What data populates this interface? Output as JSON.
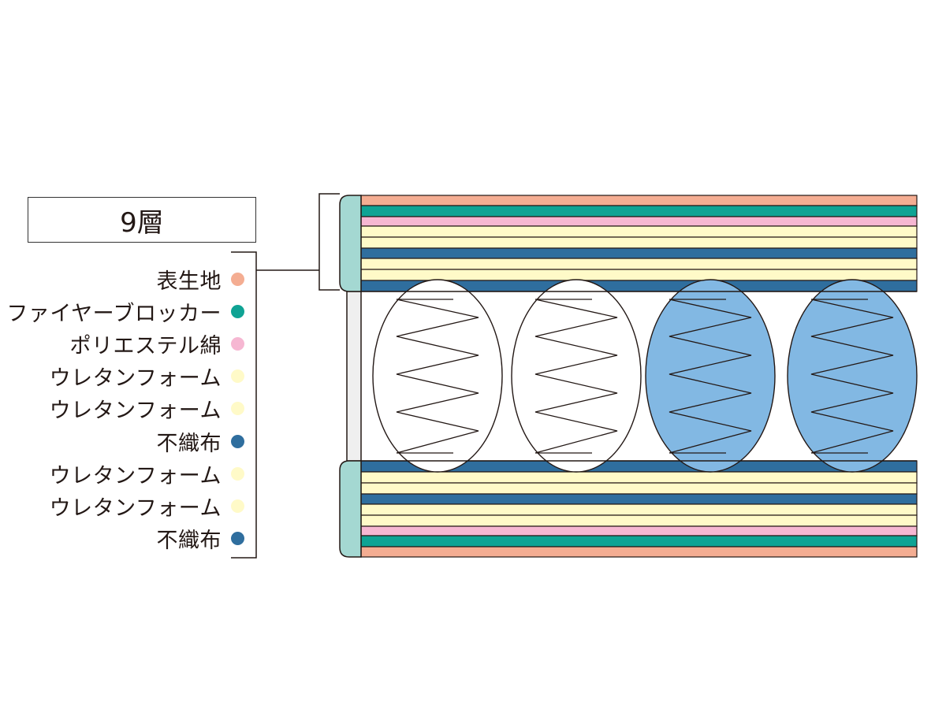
{
  "diagram": {
    "title": "9層",
    "layers": [
      {
        "label": "表生地",
        "color": "#F4AD92"
      },
      {
        "label": "ファイヤーブロッカー",
        "color": "#0FA394"
      },
      {
        "label": "ポリエステル綿",
        "color": "#F6B7D2"
      },
      {
        "label": "ウレタンフォーム",
        "color": "#FFFAC8"
      },
      {
        "label": "ウレタンフォーム",
        "color": "#FFFAC8"
      },
      {
        "label": "不織布",
        "color": "#2F6E9E"
      },
      {
        "label": "ウレタンフォーム",
        "color": "#FFFAC8"
      },
      {
        "label": "ウレタンフォーム",
        "color": "#FFFAC8"
      },
      {
        "label": "不織布",
        "color": "#2F6E9E"
      }
    ],
    "colors": {
      "outline": "#231815",
      "edge_tab": "#A4D8D2",
      "side_panel": "#EFEFEF",
      "coil_fill_plain": "#FFFFFF",
      "coil_fill_highlight": "#82B8E3"
    },
    "coils": [
      {
        "highlighted": false
      },
      {
        "highlighted": false
      },
      {
        "highlighted": true
      },
      {
        "highlighted": true
      }
    ]
  }
}
